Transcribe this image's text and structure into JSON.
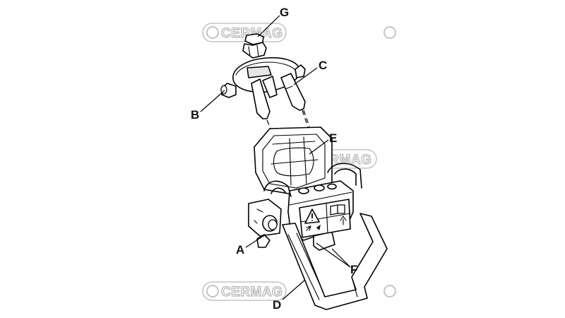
{
  "watermark": {
    "text": "CERMAG",
    "color": "#b9b9b9"
  },
  "callouts": {
    "a": "A",
    "b": "B",
    "c": "C",
    "d": "D",
    "e": "E",
    "f": "F",
    "g": "G"
  },
  "icons": [
    "warning-triangle-icon",
    "manual-book-icon",
    "rotate-arrows-icon",
    "up-arrow-icon"
  ]
}
